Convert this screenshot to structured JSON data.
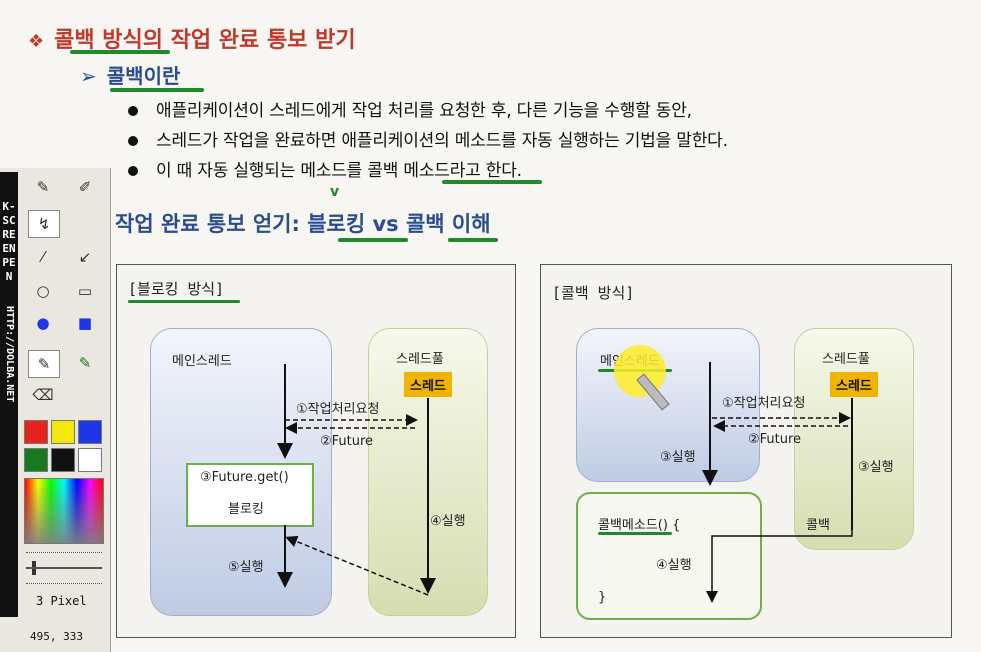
{
  "header": {
    "title": "콜백 방식의 작업 완료 통보 받기",
    "title_bullet": "❖",
    "subtitle": "콜백이란",
    "subtitle_bullet": "➢"
  },
  "bullets": [
    "애플리케이션이 스레드에게 작업 처리를 요청한 후, 다른 기능을 수행할 동안,",
    "스레드가 작업을 완료하면 애플리케이션의 메소드를 자동 실행하는 기법을 말한다.",
    "이 때 자동 실행되는 메소드를 콜백 메소드라고 한다."
  ],
  "heading2": "작업 완료 통보 얻기: 블로킹 vs 콜백 이해",
  "blocking": {
    "label": "[블로킹 방식]",
    "main_thread": "메인스레드",
    "pool": "스레드풀",
    "thread": "스레드",
    "request": "①작업처리요청",
    "future": "②Future",
    "get": "③Future.get()",
    "blocking": "블로킹",
    "run4": "④실행",
    "run5": "⑤실행"
  },
  "callback": {
    "label": "[콜백 방식]",
    "main_thread": "메인스레드",
    "pool": "스레드풀",
    "thread": "스레드",
    "request": "①작업처리요청",
    "future": "②Future",
    "run3_main": "③실행",
    "run3_pool": "③실행",
    "callback_text": "콜백",
    "callback_method": "콜백메소드() {",
    "run4": "④실행",
    "close_brace": "}"
  },
  "toolbar": {
    "vertical_text": "K-SCREEN PEN",
    "url_text": "HTTP://DOLBA.NET",
    "pixel_label": "3 Pixel",
    "coords": "495, 333",
    "swatch_colors": [
      "#e8231c",
      "#f1e80c",
      "#1e36e8",
      "#1a7a1f",
      "#111111",
      "#ffffff"
    ],
    "icons": [
      "pencil-icon",
      "pen-set-icon",
      "curve-pen-icon",
      "line-pen-icon",
      "arrow-pen-icon",
      "ellipse-pen-icon",
      "rect-pen-icon",
      "fill-ellipse-icon",
      "fill-rect-icon",
      "highlighter-icon",
      "marker-icon",
      "eraser-icon"
    ]
  }
}
